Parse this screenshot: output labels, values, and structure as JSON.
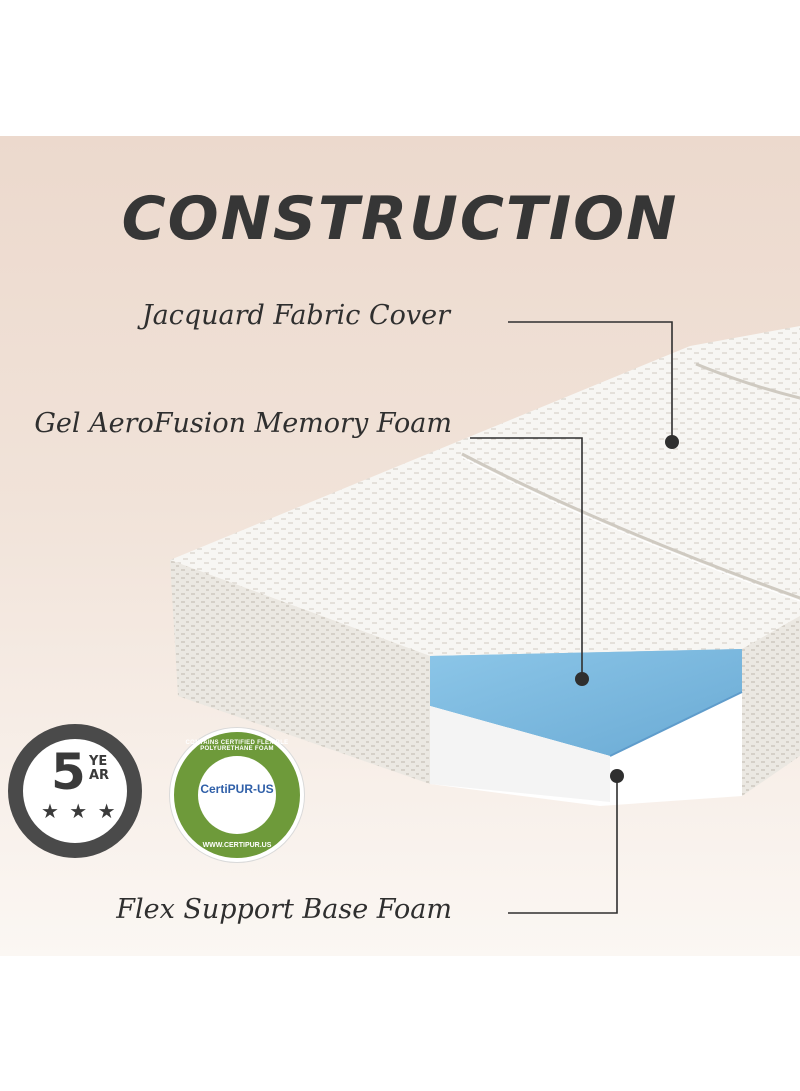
{
  "title": "CONSTRUCTION",
  "labels": {
    "cover": "Jacquard Fabric Cover",
    "gel": "Gel AeroFusion Memory Foam",
    "base": "Flex Support Base Foam"
  },
  "warranty_badge": {
    "number": "5",
    "unit": "YE AR"
  },
  "certipur_badge": {
    "name": "CertiPUR-US",
    "top_text": "CONTAINS CERTIFIED FLEXIBLE POLYURETHANE FOAM",
    "bottom_text": "WWW.CERTIPUR.US"
  },
  "colors": {
    "background": "#ecd9cd",
    "title_text": "#363636",
    "gel_layer": "#7db9dd",
    "base_layer": "#ffffff",
    "certipur_green": "#6e9a3a"
  }
}
